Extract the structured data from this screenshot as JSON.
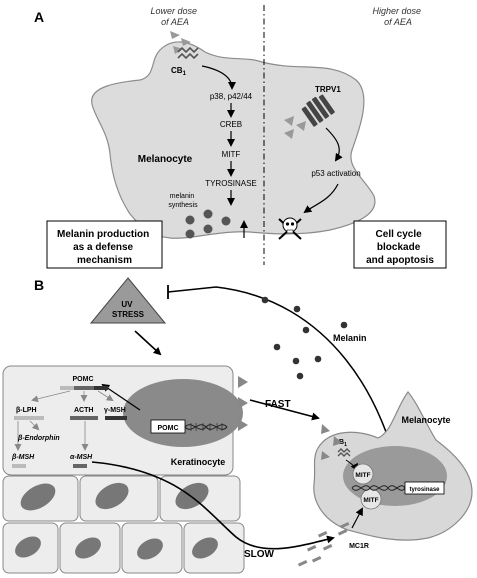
{
  "panel_a": {
    "label": "A",
    "left_heading": [
      "Lower dose",
      "of AEA"
    ],
    "right_heading": [
      "Higher dose",
      "of AEA"
    ],
    "receptor": "CB",
    "receptor_sub": "1",
    "pathway": [
      "p38, p42/44",
      "CREB",
      "MITF",
      "TYROSINASE"
    ],
    "synthesis": [
      "melanin",
      "synthesis"
    ],
    "cell_label": "Melanocyte",
    "trpv1": "TRPV1",
    "p53": "p53 activation",
    "left_box": [
      "Melanin production",
      "as a defense",
      "mechanism"
    ],
    "right_box": [
      "Cell cycle",
      "blockade",
      "and apoptosis"
    ]
  },
  "panel_b": {
    "label": "B",
    "uv": [
      "UV",
      "STRESS"
    ],
    "melanin": "Melanin",
    "fast": "FAST",
    "slow": "SLOW",
    "keratinocyte": "Keratinocyte",
    "melanocyte": "Melanocyte",
    "pomc": "POMC",
    "pomc_gene": "POMC",
    "b_lph": "β-LPH",
    "acth": "ACTH",
    "g_msh": "γ-MSH",
    "b_endorphin": "β-Endorphin",
    "b_msh": "β-MSH",
    "a_msh": "α-MSH",
    "cb": "CB",
    "cb_sub": "1",
    "mitf1": "MITF",
    "mitf2": "MITF",
    "tyrosinase": "tyrosinase",
    "mc1r": "MC1R"
  }
}
